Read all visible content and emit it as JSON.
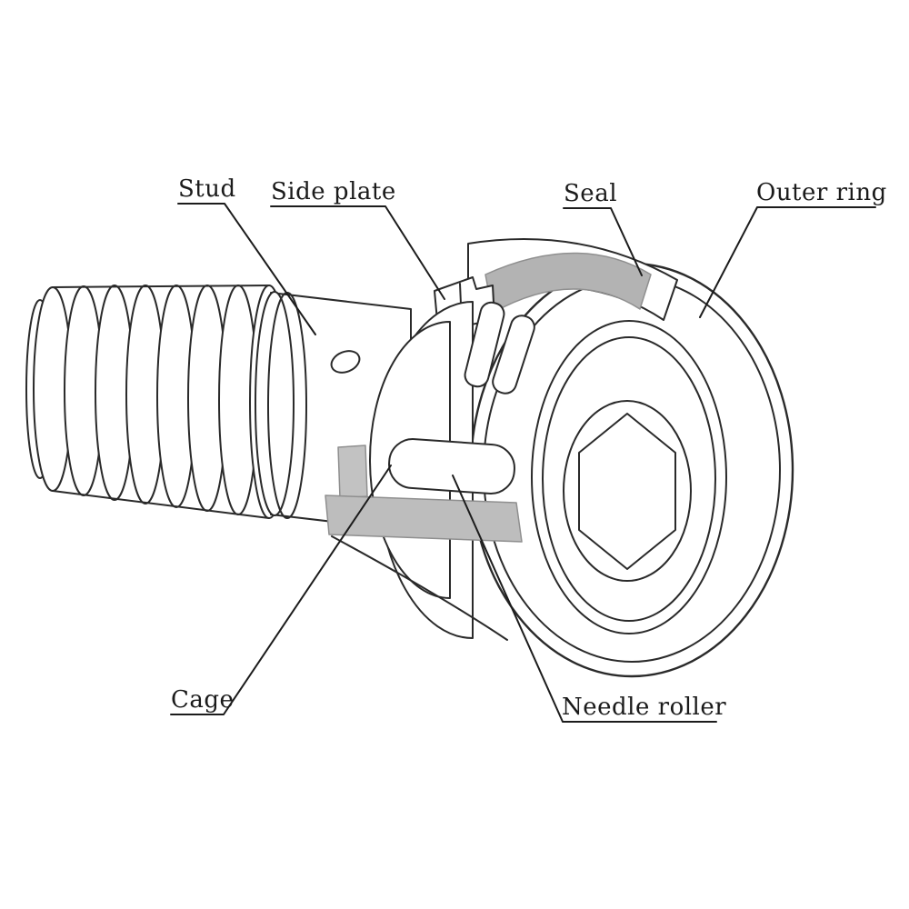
{
  "labels": {
    "stud": "Stud",
    "side_plate": "Side plate",
    "seal": "Seal",
    "outer_ring": "Outer ring",
    "cage": "Cage",
    "needle_roller": "Needle roller"
  },
  "colors": {
    "line": "#2a2a2a",
    "seal_fill": "#b3b3b3",
    "cage_fill": "#bdbdbd",
    "background": "#ffffff"
  }
}
